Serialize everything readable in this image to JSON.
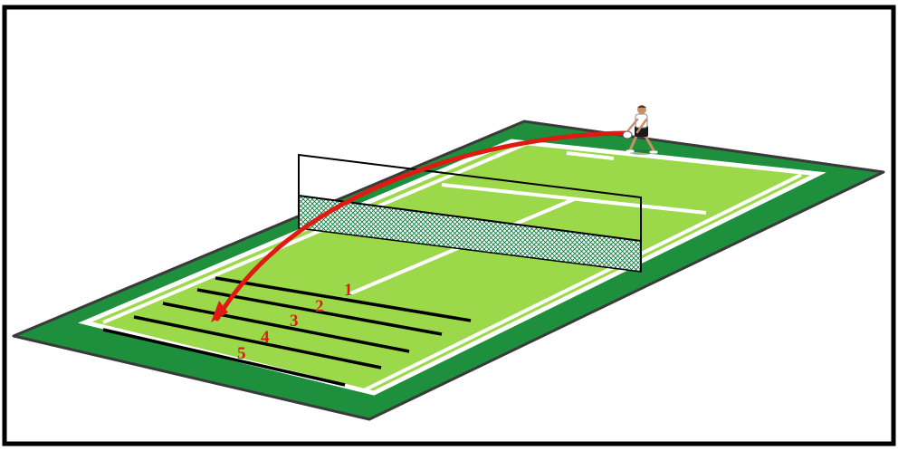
{
  "diagram": {
    "zone_labels": [
      "1",
      "2",
      "3",
      "4",
      "5"
    ]
  },
  "colors": {
    "frame": "#000000",
    "surround": "#1e8f3c",
    "surround_edge": "#3a3a3a",
    "court": "#9bd84a",
    "court_lines": "#ffffff",
    "zone_lines": "#000000",
    "net_frame": "#000000",
    "net_mesh": "#0e7a3c",
    "trajectory": "#e01a12",
    "label": "#e01a12"
  },
  "icons": {
    "player": "tennis-player-icon",
    "ball_path": "trajectory-arrow-icon"
  }
}
